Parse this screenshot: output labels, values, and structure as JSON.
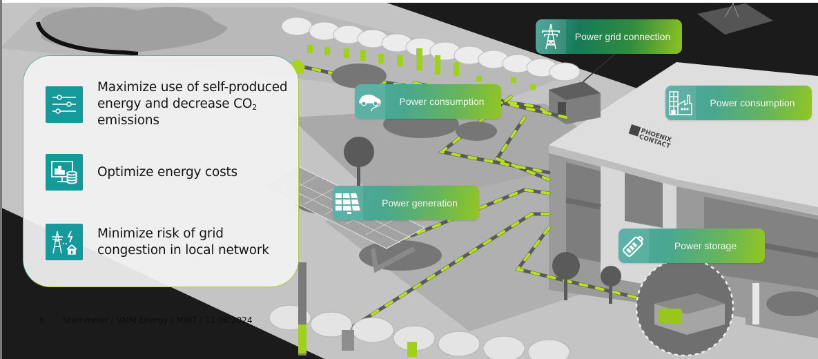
{
  "goals": [
    {
      "icon": "sliders-icon",
      "text_main": "Maximize use of self-produced energy and decrease CO",
      "text_sub": "2",
      "text_tail": " emissions"
    },
    {
      "icon": "monitor-chart-coins-icon",
      "text": "Optimize energy costs"
    },
    {
      "icon": "pylon-house-icon",
      "text_line1": "Minimize risk of grid",
      "text_line2": "congestion in local network"
    }
  ],
  "labels": {
    "grid_connection": {
      "icon": "power-pylon-icon",
      "text": "Power grid connection"
    },
    "consumption_ev": {
      "icon": "electric-car-icon",
      "text": "Power consumption"
    },
    "consumption_building": {
      "icon": "building-factory-icon",
      "text": "Power consumption"
    },
    "generation": {
      "icon": "solar-panel-icon",
      "text": "Power generation"
    },
    "storage": {
      "icon": "battery-icon",
      "text": "Power storage"
    }
  },
  "building_logo": {
    "line1": "PHOENIX",
    "line2": "CONTACT"
  },
  "footer": {
    "page_number": "6",
    "text": "Stammeier / VMM Energy / MINT / 11.04.2024"
  },
  "colors": {
    "accent_teal": "#16999a",
    "accent_green": "#93c61f",
    "background_dark": "#1b1b1b"
  }
}
